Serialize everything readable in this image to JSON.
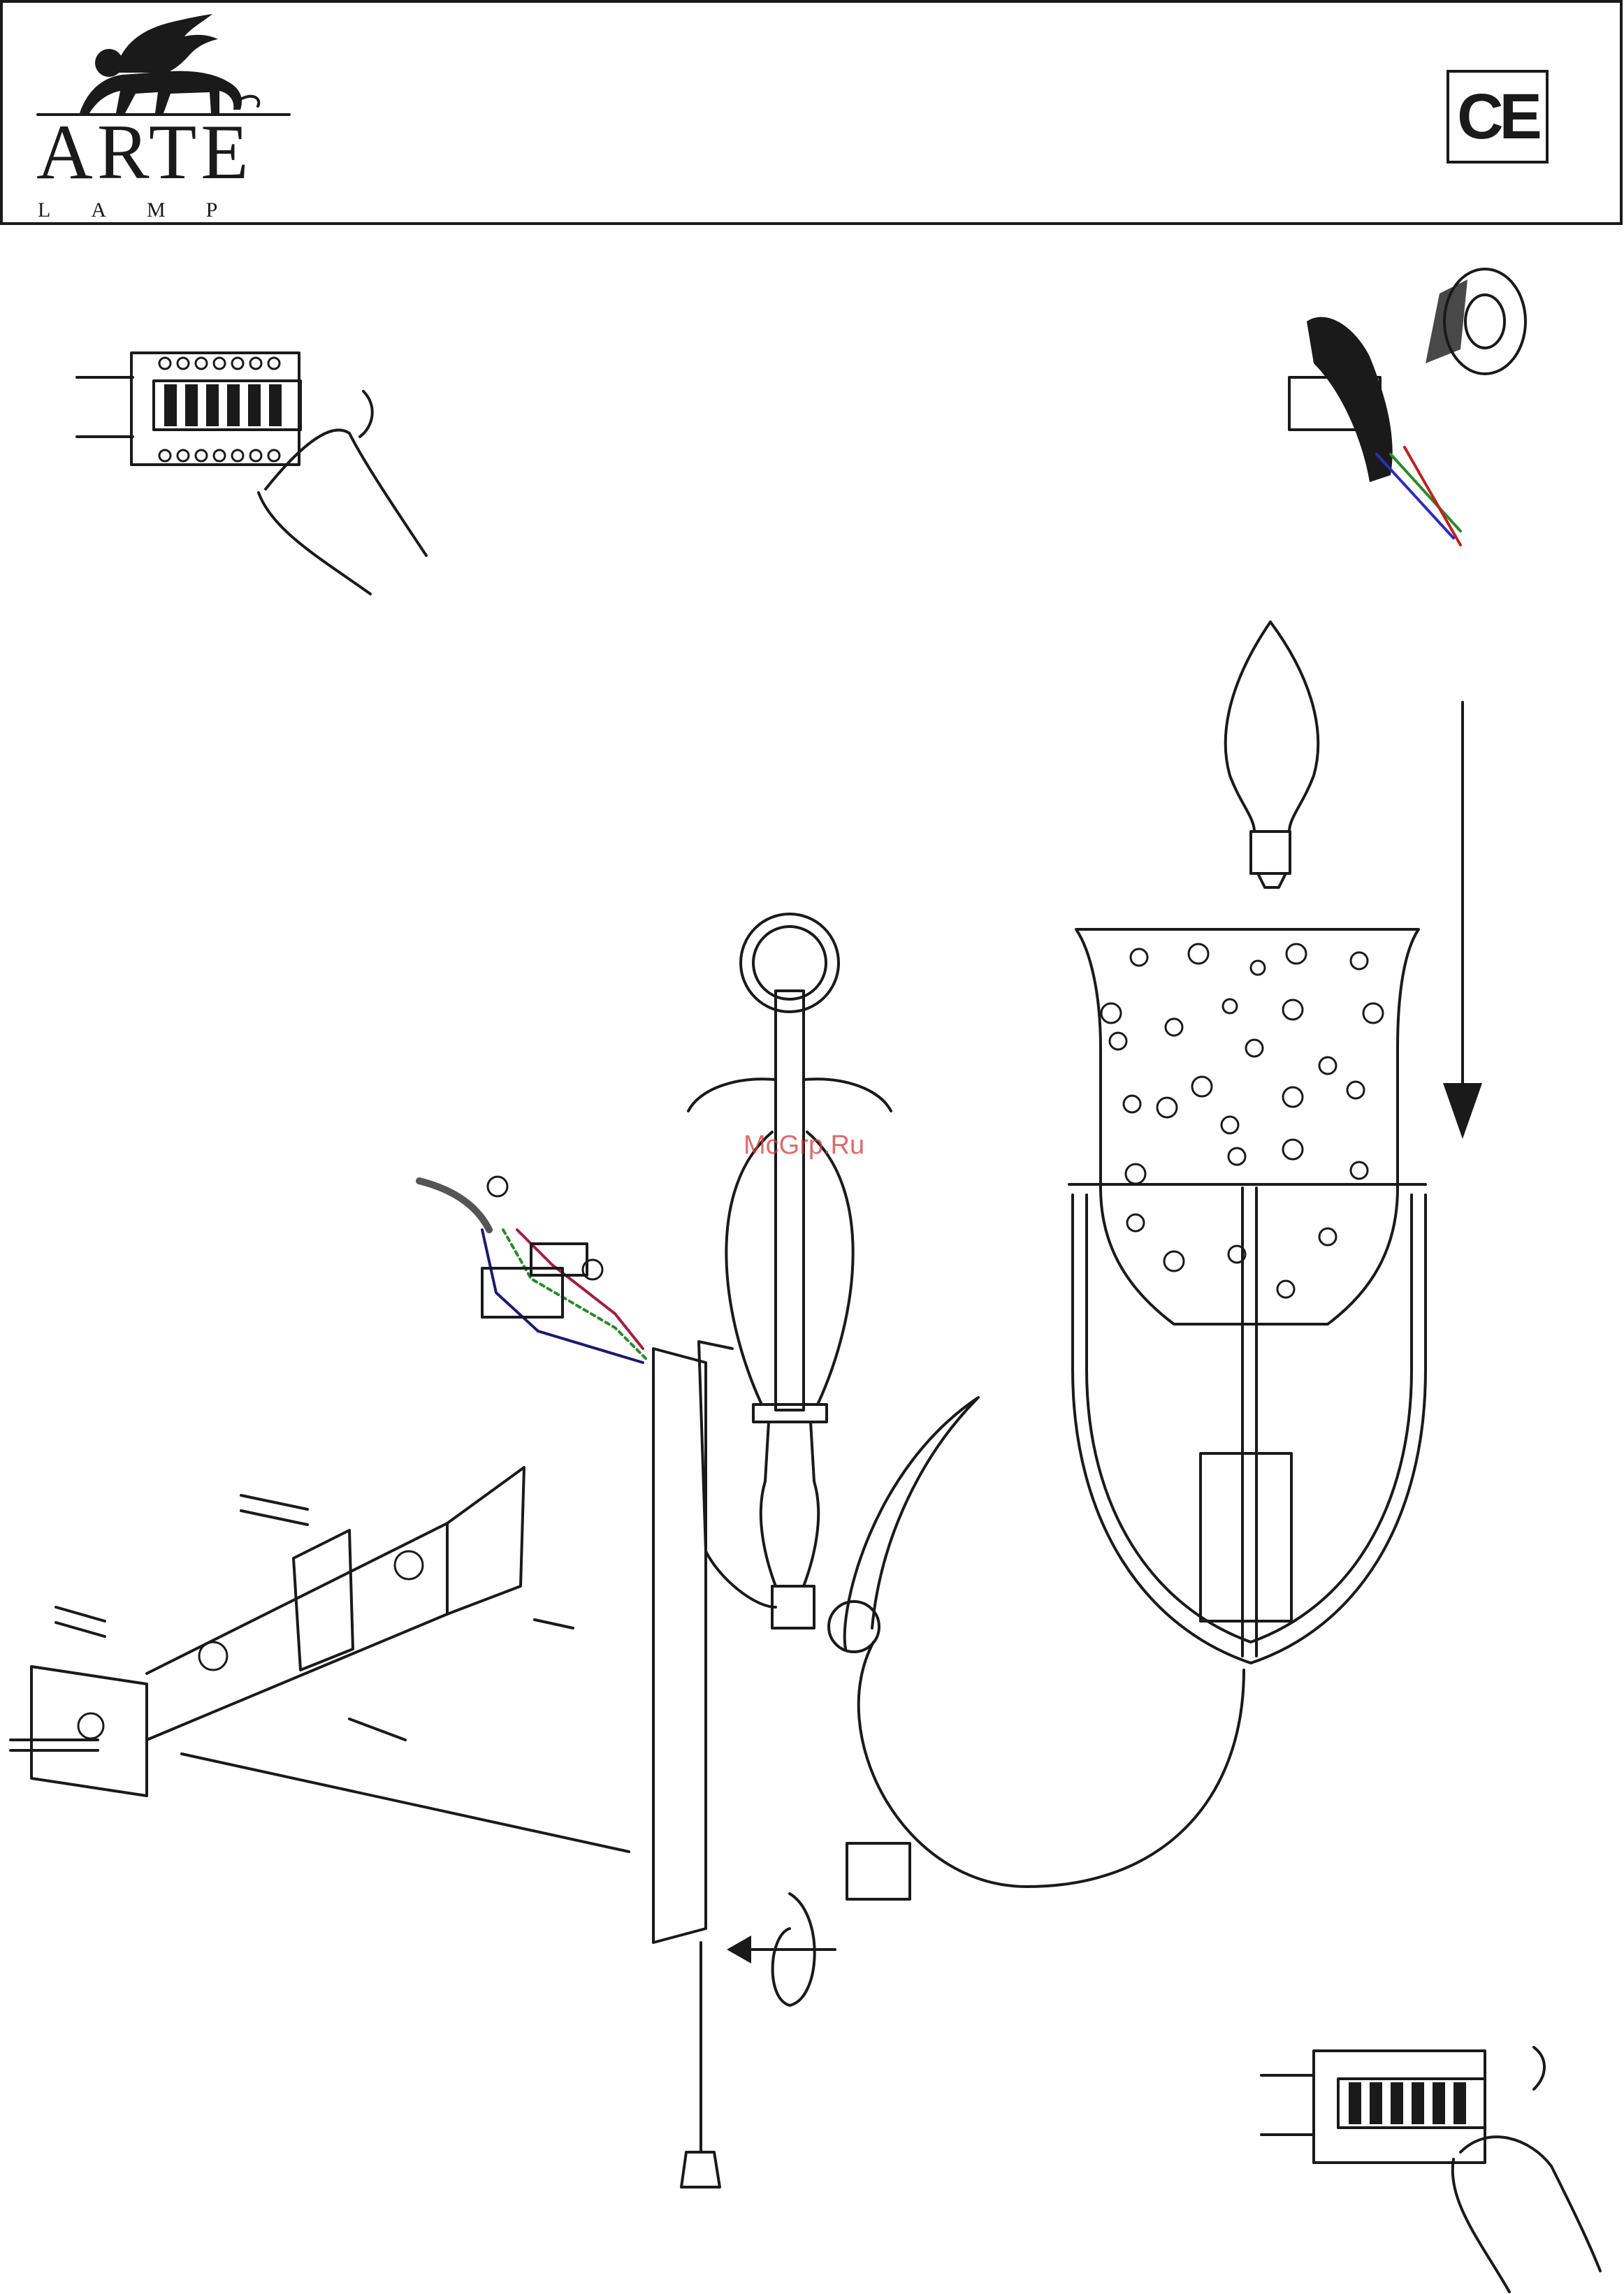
{
  "header": {
    "brand_name": "ARTE",
    "brand_sub": "LAMP",
    "certification_mark": "CE"
  },
  "watermark": "McGrp.Ru",
  "icons": [
    "lion-logo-icon",
    "circuit-breaker-off-icon",
    "electrical-tape-icon",
    "bulb-icon",
    "down-arrow-icon",
    "rotate-icon",
    "circuit-breaker-on-icon",
    "ground-symbol-icon"
  ]
}
